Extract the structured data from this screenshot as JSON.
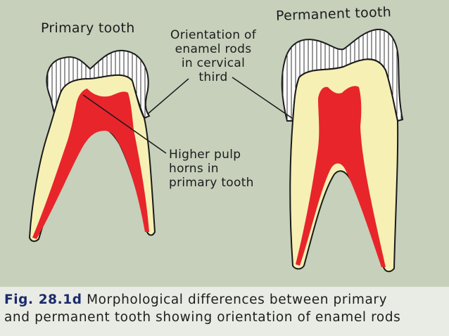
{
  "labels": {
    "primary_tooth": "Primary tooth",
    "permanent_tooth": "Permanent tooth",
    "enamel_rods": [
      "Orientation of",
      "enamel rods",
      "in cervical",
      "third"
    ],
    "pulp_horns": [
      "Higher pulp",
      "horns in",
      "primary tooth"
    ]
  },
  "caption": {
    "figure_number": "Fig. 28.1d",
    "line1": "Morphological differences between primary",
    "line2": "and permanent tooth showing orientation of enamel rods"
  },
  "colors": {
    "background": "#c6d0bb",
    "dentin": "#f6f0b4",
    "pulp": "#e8252b",
    "enamel": "#ffffff",
    "outline": "#1a1a1a"
  }
}
